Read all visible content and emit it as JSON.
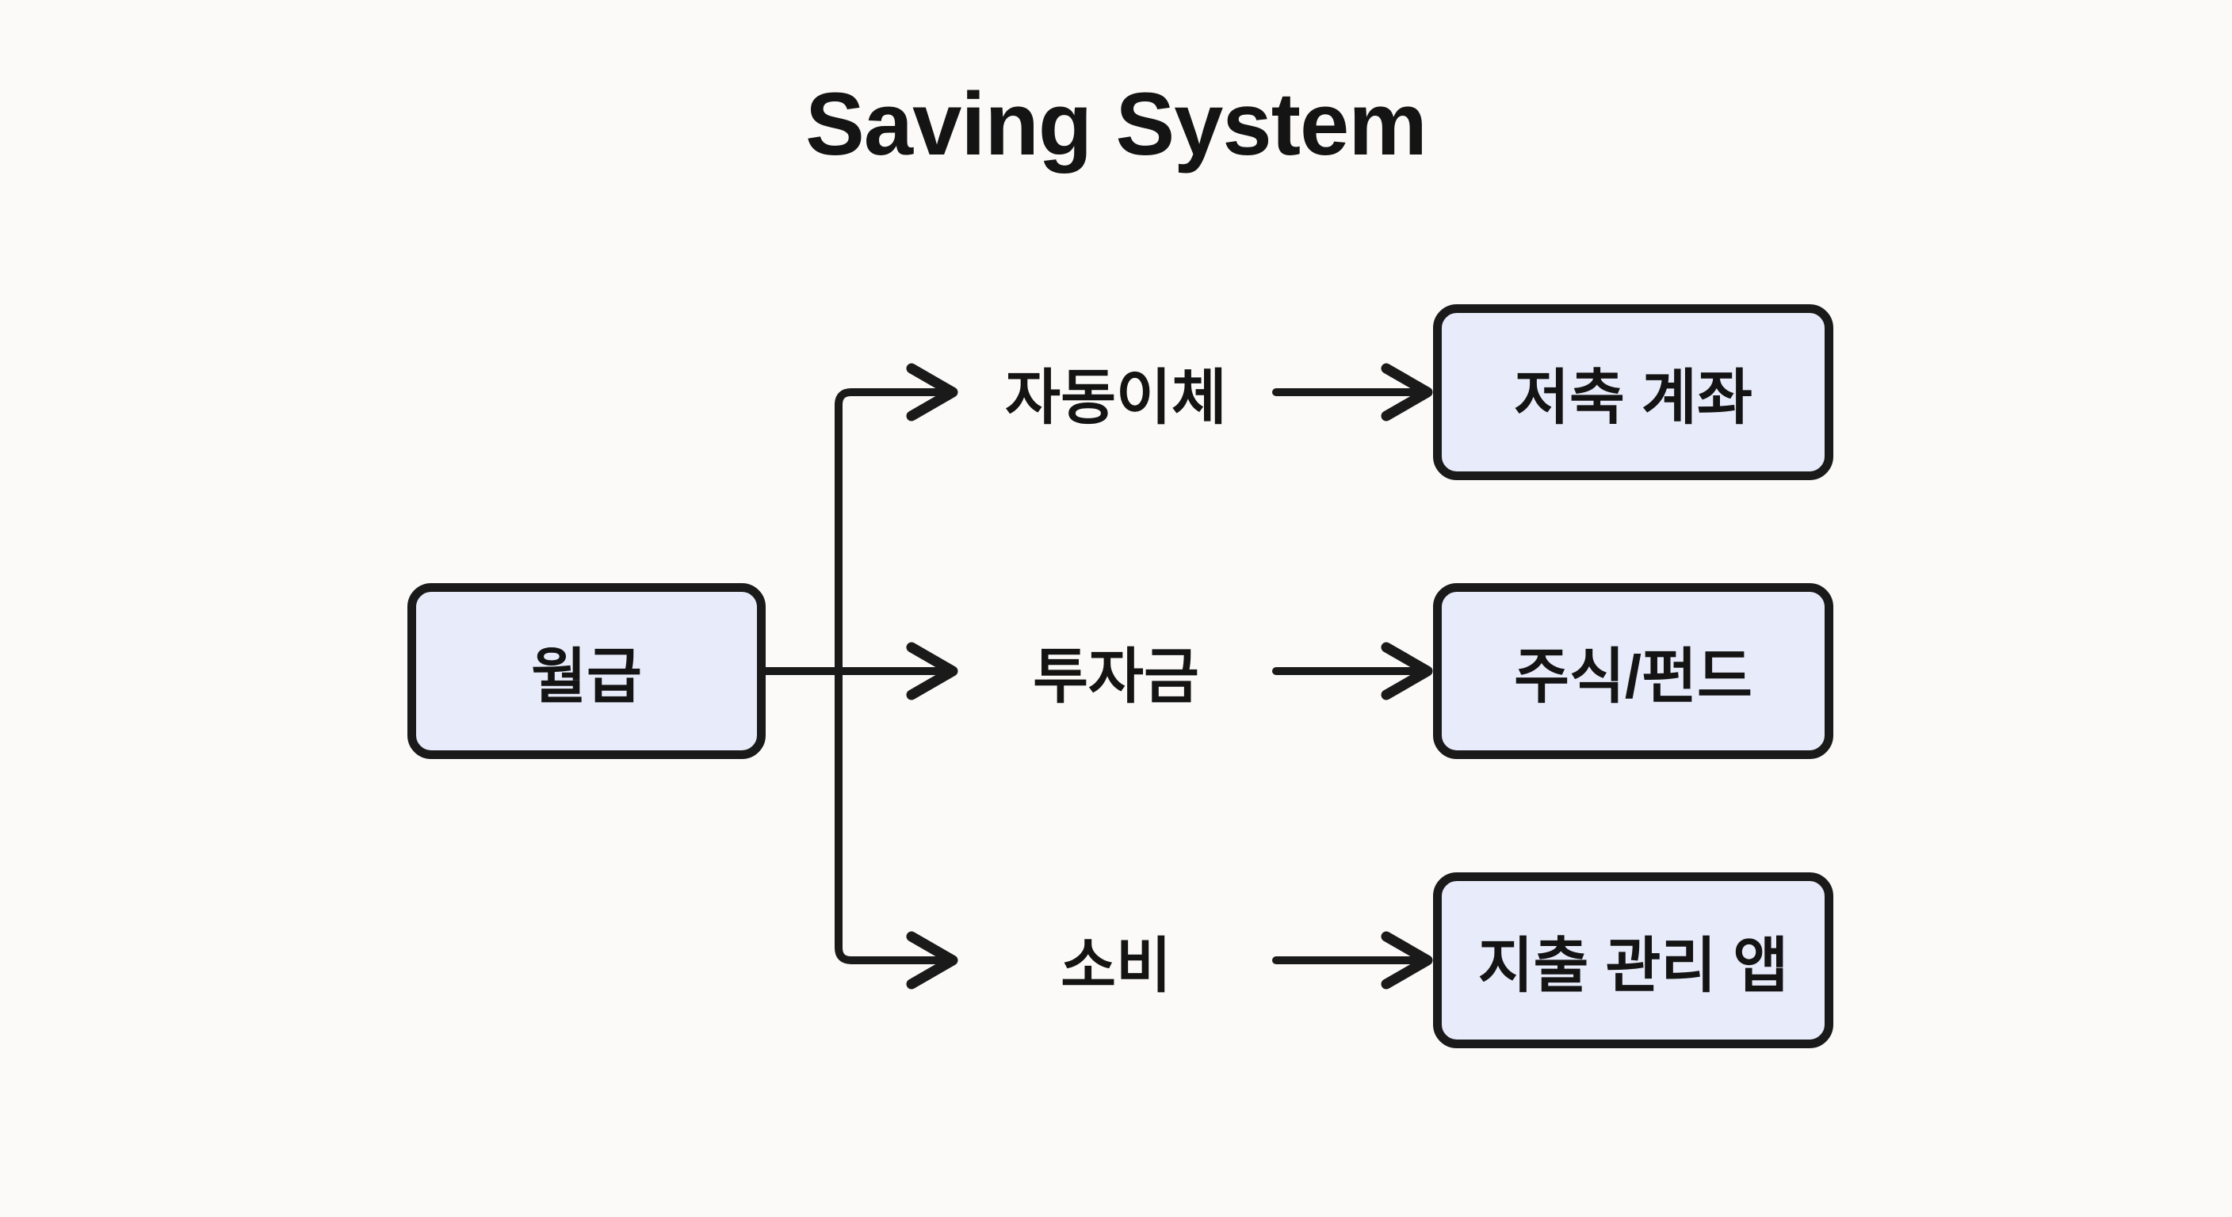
{
  "title": "Saving System",
  "diagram": {
    "source": {
      "label": "월급"
    },
    "branches": [
      {
        "label": "자동이체",
        "target": "저축 계좌"
      },
      {
        "label": "투자금",
        "target": "주식/펀드"
      },
      {
        "label": "소비",
        "target": "지출 관리 앱"
      }
    ]
  },
  "colors": {
    "background": "#FBFAF8",
    "node_fill": "#E8ECFA",
    "stroke": "#1A1A1A",
    "text": "#141414"
  }
}
